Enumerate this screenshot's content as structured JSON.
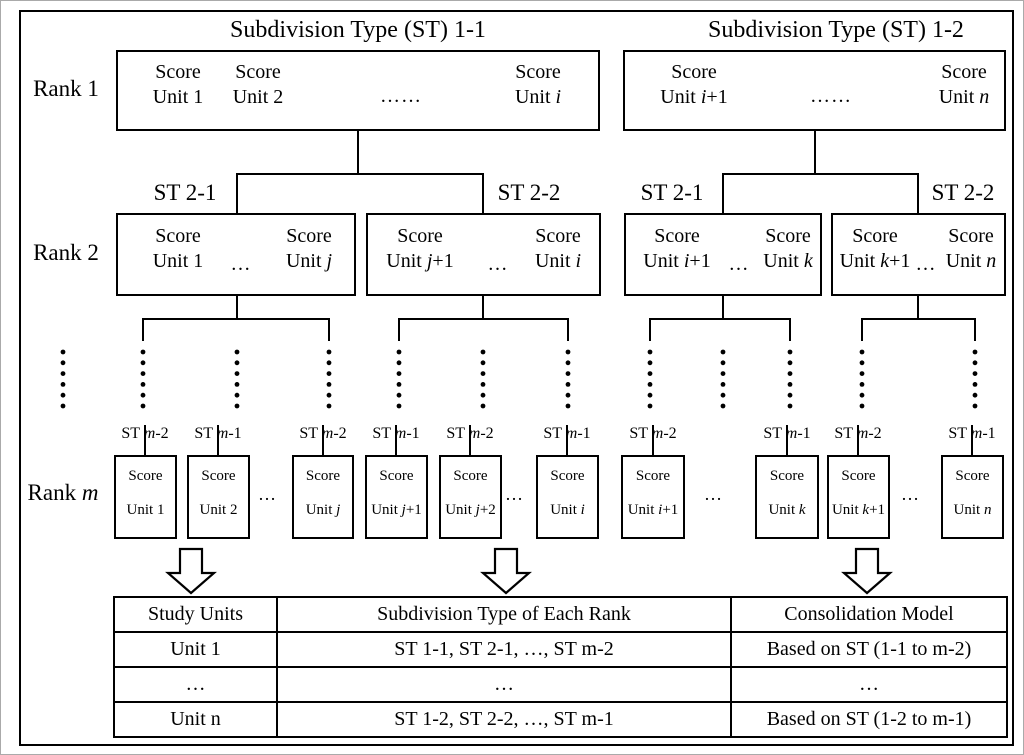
{
  "titles": {
    "left": "Subdivision Type (ST) 1-1",
    "right": "Subdivision Type (ST) 1-2"
  },
  "rank_labels": {
    "r1": {
      "pre": "Rank 1",
      "var": ""
    },
    "r2": {
      "pre": "Rank 2",
      "var": ""
    },
    "rm": {
      "pre": "Rank ",
      "var": "m"
    }
  },
  "rank1": {
    "box_a": {
      "cells": [
        {
          "score": "Score",
          "pre": "Unit 1",
          "var": "",
          "post": ""
        },
        {
          "score": "Score",
          "pre": "Unit 2",
          "var": "",
          "post": ""
        },
        {
          "score": "Score",
          "pre": "Unit ",
          "var": "i",
          "post": ""
        }
      ],
      "dots": "……"
    },
    "box_b": {
      "cells": [
        {
          "score": "Score",
          "pre": "Unit ",
          "var": "i",
          "post": "+1"
        },
        {
          "score": "Score",
          "pre": "Unit ",
          "var": "n",
          "post": ""
        }
      ],
      "dots": "……"
    }
  },
  "rank2": {
    "st_labels": [
      "ST 2-1",
      "ST 2-2",
      "ST 2-1",
      "ST 2-2"
    ],
    "boxes": [
      {
        "left": {
          "score": "Score",
          "pre": "Unit 1",
          "var": "",
          "post": ""
        },
        "dots": "…",
        "right": {
          "score": "Score",
          "pre": "Unit ",
          "var": "j",
          "post": ""
        }
      },
      {
        "left": {
          "score": "Score",
          "pre": "Unit ",
          "var": "j",
          "post": "+1"
        },
        "dots": "…",
        "right": {
          "score": "Score",
          "pre": "Unit ",
          "var": "i",
          "post": ""
        }
      },
      {
        "left": {
          "score": "Score",
          "pre": "Unit ",
          "var": "i",
          "post": "+1"
        },
        "dots": "…",
        "right": {
          "score": "Score",
          "pre": "Unit ",
          "var": "k",
          "post": ""
        }
      },
      {
        "left": {
          "score": "Score",
          "pre": "Unit ",
          "var": "k",
          "post": "+1"
        },
        "dots": "…",
        "right": {
          "score": "Score",
          "pre": "Unit ",
          "var": "n",
          "post": ""
        }
      }
    ]
  },
  "rankm": {
    "gap_dots": [
      "…",
      "…",
      "…",
      "…"
    ],
    "boxes": [
      {
        "st_pre": "ST ",
        "st_var": "m",
        "st_post": "-2",
        "score": "Score",
        "pre": "Unit 1",
        "var": "",
        "post": ""
      },
      {
        "st_pre": "ST ",
        "st_var": "m",
        "st_post": "-1",
        "score": "Score",
        "pre": "Unit 2",
        "var": "",
        "post": ""
      },
      {
        "st_pre": "ST ",
        "st_var": "m",
        "st_post": "-2",
        "score": "Score",
        "pre": "Unit ",
        "var": "j",
        "post": ""
      },
      {
        "st_pre": "ST ",
        "st_var": "m",
        "st_post": "-1",
        "score": "Score",
        "pre": "Unit ",
        "var": "j",
        "post": "+1"
      },
      {
        "st_pre": "ST ",
        "st_var": "m",
        "st_post": "-2",
        "score": "Score",
        "pre": "Unit ",
        "var": "j",
        "post": "+2"
      },
      {
        "st_pre": "ST ",
        "st_var": "m",
        "st_post": "-1",
        "score": "Score",
        "pre": "Unit ",
        "var": "i",
        "post": ""
      },
      {
        "st_pre": "ST ",
        "st_var": "m",
        "st_post": "-2",
        "score": "Score",
        "pre": "Unit ",
        "var": "i",
        "post": "+1"
      },
      {
        "st_pre": "ST ",
        "st_var": "m",
        "st_post": "-1",
        "score": "Score",
        "pre": "Unit ",
        "var": "k",
        "post": ""
      },
      {
        "st_pre": "ST ",
        "st_var": "m",
        "st_post": "-2",
        "score": "Score",
        "pre": "Unit ",
        "var": "k",
        "post": "+1"
      },
      {
        "st_pre": "ST ",
        "st_var": "m",
        "st_post": "-1",
        "score": "Score",
        "pre": "Unit ",
        "var": "n",
        "post": ""
      }
    ]
  },
  "table": {
    "headers": [
      "Study Units",
      "Subdivision Type of Each Rank",
      "Consolidation Model"
    ],
    "rows": [
      [
        "Unit 1",
        "ST 1-1, ST 2-1, …, ST m-2",
        "Based on ST (1-1 to m-2)"
      ],
      [
        "…",
        "…",
        "…"
      ],
      [
        "Unit n",
        "ST 1-2, ST 2-2, …, ST m-1",
        "Based on ST (1-2 to m-1)"
      ]
    ]
  },
  "colors": {
    "line": "#000000",
    "background": "#ffffff"
  }
}
